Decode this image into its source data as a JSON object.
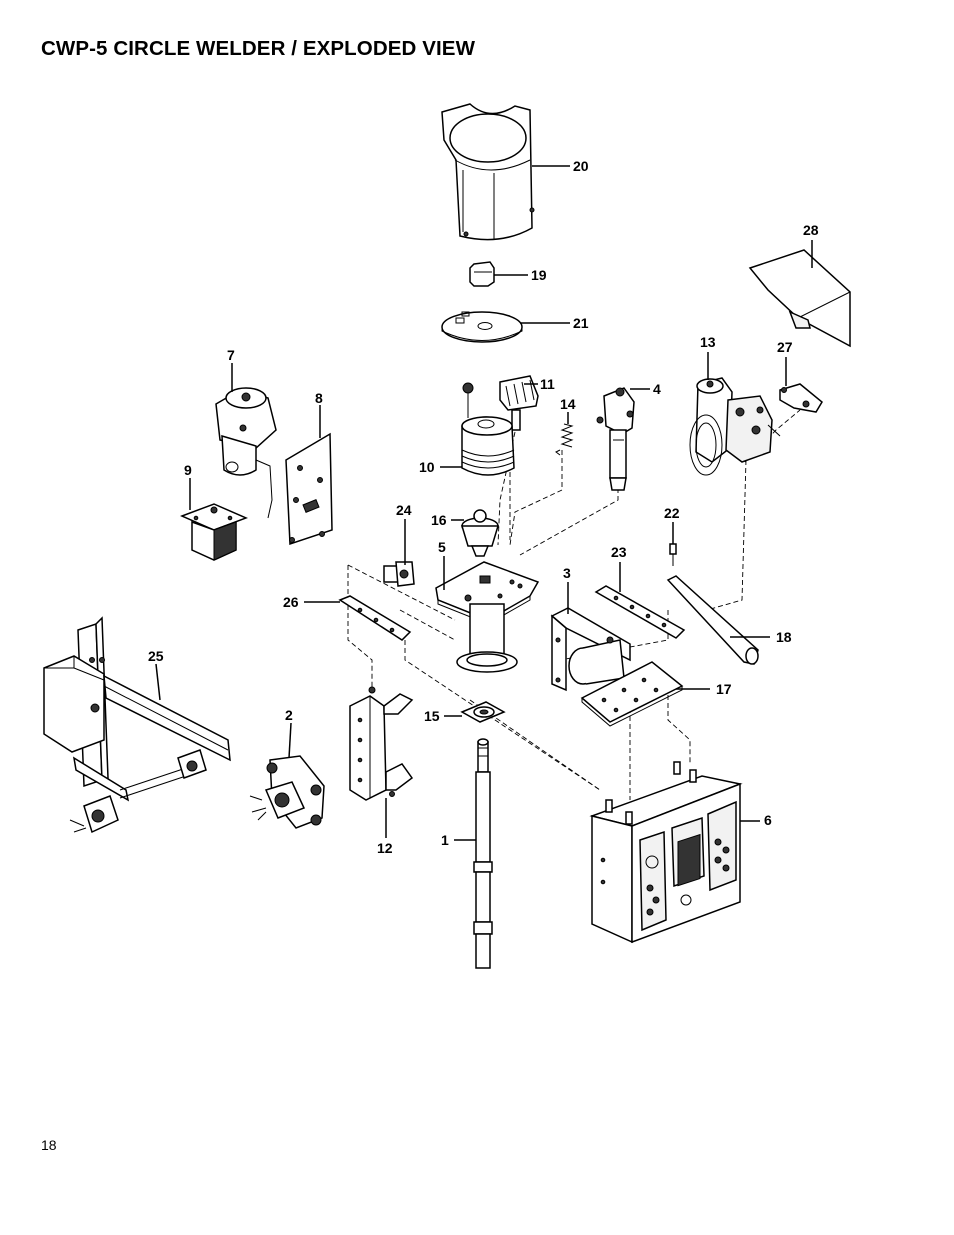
{
  "title": "CWP-5 CIRCLE WELDER / EXPLODED VIEW",
  "page_number": "18",
  "callouts": [
    {
      "part": "part-20",
      "label": "20"
    },
    {
      "part": "part-19",
      "label": "19"
    },
    {
      "part": "part-21",
      "label": "21"
    },
    {
      "part": "part-28",
      "label": "28"
    },
    {
      "part": "part-13",
      "label": "13"
    },
    {
      "part": "part-27",
      "label": "27"
    },
    {
      "part": "part-7",
      "label": "7"
    },
    {
      "part": "part-11",
      "label": "11"
    },
    {
      "part": "part-4",
      "label": "4"
    },
    {
      "part": "part-8",
      "label": "8"
    },
    {
      "part": "part-14",
      "label": "14"
    },
    {
      "part": "part-9",
      "label": "9"
    },
    {
      "part": "part-10",
      "label": "10"
    },
    {
      "part": "part-24",
      "label": "24"
    },
    {
      "part": "part-16",
      "label": "16"
    },
    {
      "part": "part-22",
      "label": "22"
    },
    {
      "part": "part-5",
      "label": "5"
    },
    {
      "part": "part-23",
      "label": "23"
    },
    {
      "part": "part-3",
      "label": "3"
    },
    {
      "part": "part-26",
      "label": "26"
    },
    {
      "part": "part-18",
      "label": "18"
    },
    {
      "part": "part-25",
      "label": "25"
    },
    {
      "part": "part-17",
      "label": "17"
    },
    {
      "part": "part-2",
      "label": "2"
    },
    {
      "part": "part-15",
      "label": "15"
    },
    {
      "part": "part-6",
      "label": "6"
    },
    {
      "part": "part-1",
      "label": "1"
    },
    {
      "part": "part-12",
      "label": "12"
    }
  ]
}
